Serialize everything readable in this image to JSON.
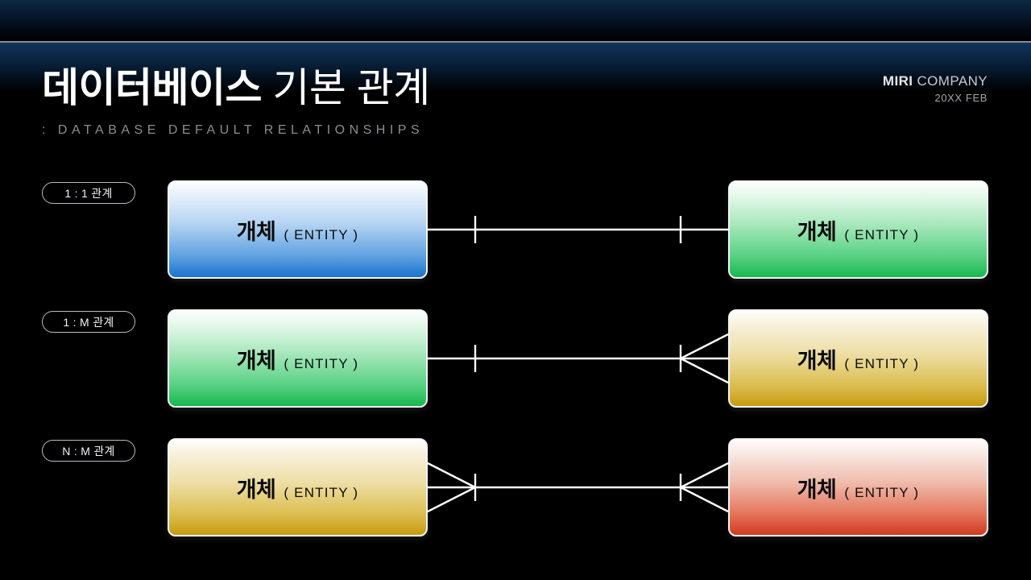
{
  "header": {
    "title_bold": "데이터베이스",
    "title_light": " 기본 관계",
    "subtitle": ": DATABASE DEFAULT RELATIONSHIPS",
    "brand_strong": "MIRI",
    "brand_rest": " COMPANY",
    "brand_date": "20XX FEB"
  },
  "colors": {
    "background": "#000000",
    "band_blue": "#12345c",
    "divider": "#9aa3ad",
    "title": "#ffffff",
    "subtitle": "#8d8d91",
    "entity_text": "#0b0b0b",
    "connector": "#ffffff",
    "blue_box": "#1b73cf",
    "green_box": "#18b84e",
    "gold_box": "#c79b10",
    "red_box": "#cf3b20"
  },
  "rows": [
    {
      "label": "1 : 1 관계",
      "left_entity": {
        "ko": "개체",
        "en": "( ENTITY )",
        "color_key": "blue"
      },
      "right_entity": {
        "ko": "개체",
        "en": "( ENTITY )",
        "color_key": "green"
      },
      "left_cardinality": "one",
      "right_cardinality": "one"
    },
    {
      "label": "1 : M 관계",
      "left_entity": {
        "ko": "개체",
        "en": "( ENTITY )",
        "color_key": "green"
      },
      "right_entity": {
        "ko": "개체",
        "en": "( ENTITY )",
        "color_key": "gold"
      },
      "left_cardinality": "one",
      "right_cardinality": "many"
    },
    {
      "label": "N : M 관계",
      "left_entity": {
        "ko": "개체",
        "en": "( ENTITY )",
        "color_key": "gold"
      },
      "right_entity": {
        "ko": "개체",
        "en": "( ENTITY )",
        "color_key": "red"
      },
      "left_cardinality": "many",
      "right_cardinality": "many"
    }
  ]
}
